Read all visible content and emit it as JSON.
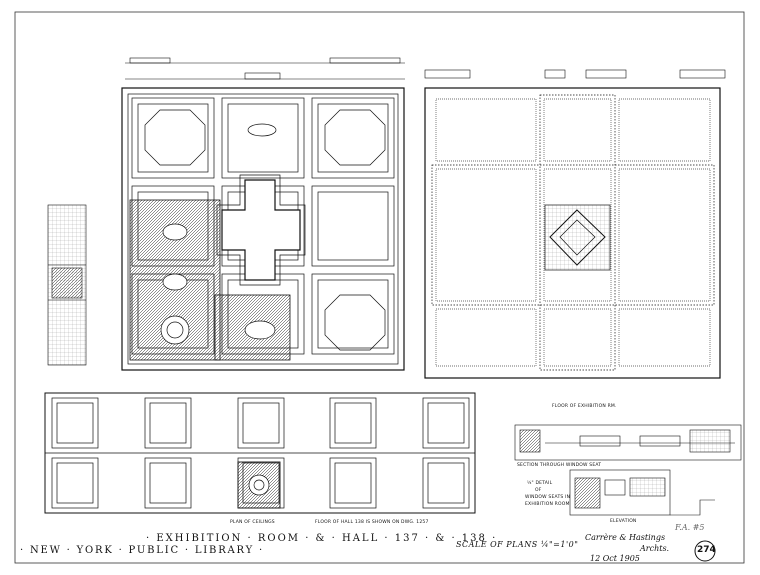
{
  "sheet": {
    "title": "· EXHIBITION · ROOM · & · HALL · 137 · & · 138 ·",
    "library": "· NEW · YORK · PUBLIC · LIBRARY ·",
    "scale": "SCALE OF PLANS ¼\"=1'0\"",
    "sheet_number": "274",
    "signature_line1": "Carrère & Hastings",
    "signature_line2": "Archts.",
    "signature_line3": "12 Oct 1905",
    "pencil_note": "F.A. #5"
  },
  "labels": {
    "plan_of_ceilings": "PLAN OF CEILINGS",
    "floor_of_hall_note": "FLOOR OF HALL 138 IS SHOWN ON DWG. 1257",
    "floor_of_exhibition_rm": "FLOOR OF EXHIBITION RM.",
    "detail_title_1": "¼\" DETAIL",
    "detail_title_2": "OF",
    "detail_title_3": "WINDOW SEATS IN",
    "detail_title_4": "EXHIBITION ROOM",
    "section_label": "SECTION THROUGH WINDOW SEAT",
    "elevation_label": "ELEVATION"
  },
  "colors": {
    "ink": "#111111",
    "paper": "#ffffff",
    "hatch": "#333333"
  }
}
